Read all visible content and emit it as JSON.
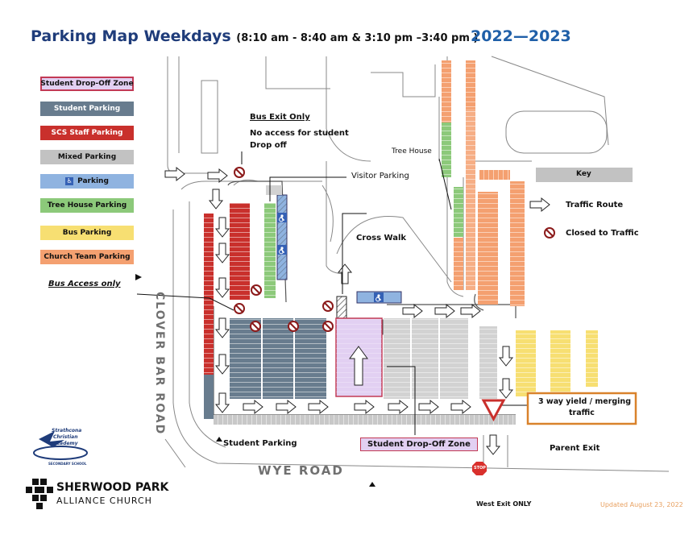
{
  "header": {
    "title": "Parking Map Weekdays",
    "schedule": "(8:10 am - 8:40 am & 3:10 pm –3:40 pm )",
    "year": "2022—2023"
  },
  "legend": {
    "dropoff": "Student Drop-Off Zone",
    "student": "Student Parking",
    "staff": "SCS Staff Parking",
    "mixed": "Mixed Parking",
    "accessible": "Parking",
    "treehouse": "Tree House Parking",
    "bus": "Bus Parking",
    "church": "Church Team Parking",
    "bus_access": "Bus Access only",
    "key": "Key",
    "traffic_route": "Traffic Route",
    "closed": "Closed to Traffic"
  },
  "colors": {
    "dropoff": "#e2d0f2",
    "student": "#687c8e",
    "staff": "#c9302c",
    "mixed": "#c2c2c2",
    "accessible": "#8fb3e0",
    "treehouse": "#8cc97a",
    "bus": "#f7df72",
    "church": "#f4a070",
    "title": "#1f3c7a",
    "year": "#1f5fa8",
    "no_entry": "#8b1a1a",
    "stop": "#d9302c"
  },
  "labels": {
    "bus_exit": "Bus Exit Only",
    "no_access_1": "No access for student",
    "no_access_2": "Drop off",
    "visitor": "Visitor Parking",
    "tree_house": "Tree House",
    "crosswalk": "Cross Walk",
    "student_parking": "Student Parking",
    "dropoff_zone": "Student Drop-Off Zone",
    "parent_exit": "Parent Exit",
    "yield_1": "3 way yield / merging",
    "yield_2": "traffic",
    "west_exit": "West Exit ONLY",
    "updated": "Updated August 23, 2022",
    "stop_sign": "STOP"
  },
  "roads": {
    "clover_bar": "CLOVER BAR ROAD",
    "wye": "WYE ROAD"
  },
  "logos": {
    "scs_1": "Strathcona",
    "scs_2": "Christian",
    "scs_3": "Academy",
    "scs_4": "SECONDARY SCHOOL",
    "church_1": "SHERWOOD PARK",
    "church_2": "ALLIANCE CHURCH"
  },
  "icons": [
    "accessible-icon",
    "no-entry-icon",
    "arrow-icon",
    "yield-icon",
    "stop-icon",
    "cross-icon",
    "dove-icon"
  ]
}
